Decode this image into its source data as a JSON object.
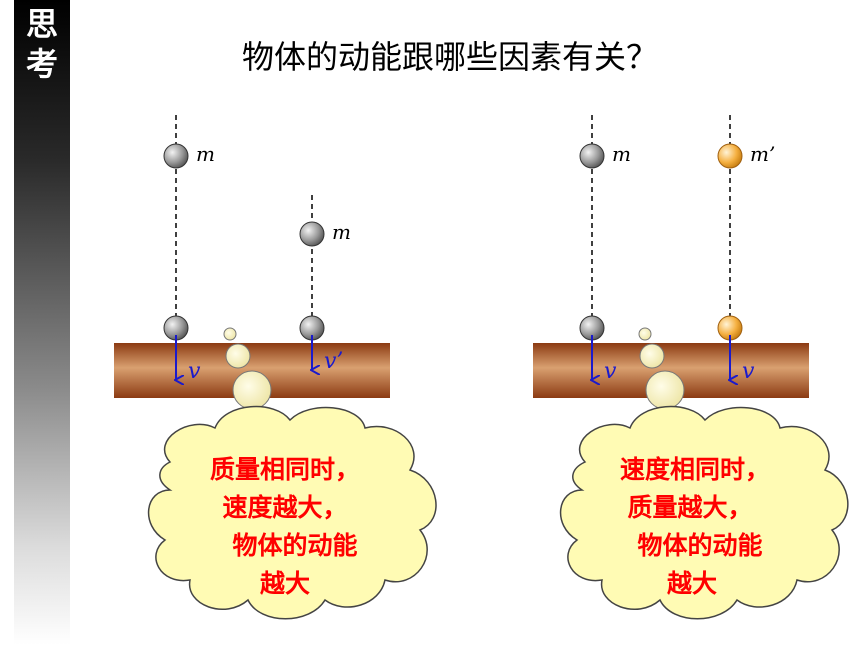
{
  "sidebar": {
    "char1": "思",
    "char2": "考"
  },
  "title": "物体的动能跟哪些因素有关？",
  "left": {
    "ball_top_label": "m",
    "ball_mid_label": "m",
    "arrow1_label": "v",
    "arrow2_label": "v’",
    "cloud_lines": [
      "质量相同时，",
      "速度越大，",
      "物体的动能",
      "越大"
    ]
  },
  "right": {
    "ball1_label": "m",
    "ball2_label": "m’",
    "arrow1_label": "v",
    "arrow2_label": "v",
    "cloud_lines": [
      "速度相同时，",
      "质量越大，",
      "物体的动能",
      "越大"
    ]
  },
  "colors": {
    "gray_ball": "#9a9a9a",
    "orange_ball": "#f5b041",
    "arrow": "#1a1acc",
    "cloud_fill": "#fffbb4",
    "cloud_text": "#ff0000",
    "ground_dark": "#8b3a12",
    "ground_light": "#d9a070"
  }
}
